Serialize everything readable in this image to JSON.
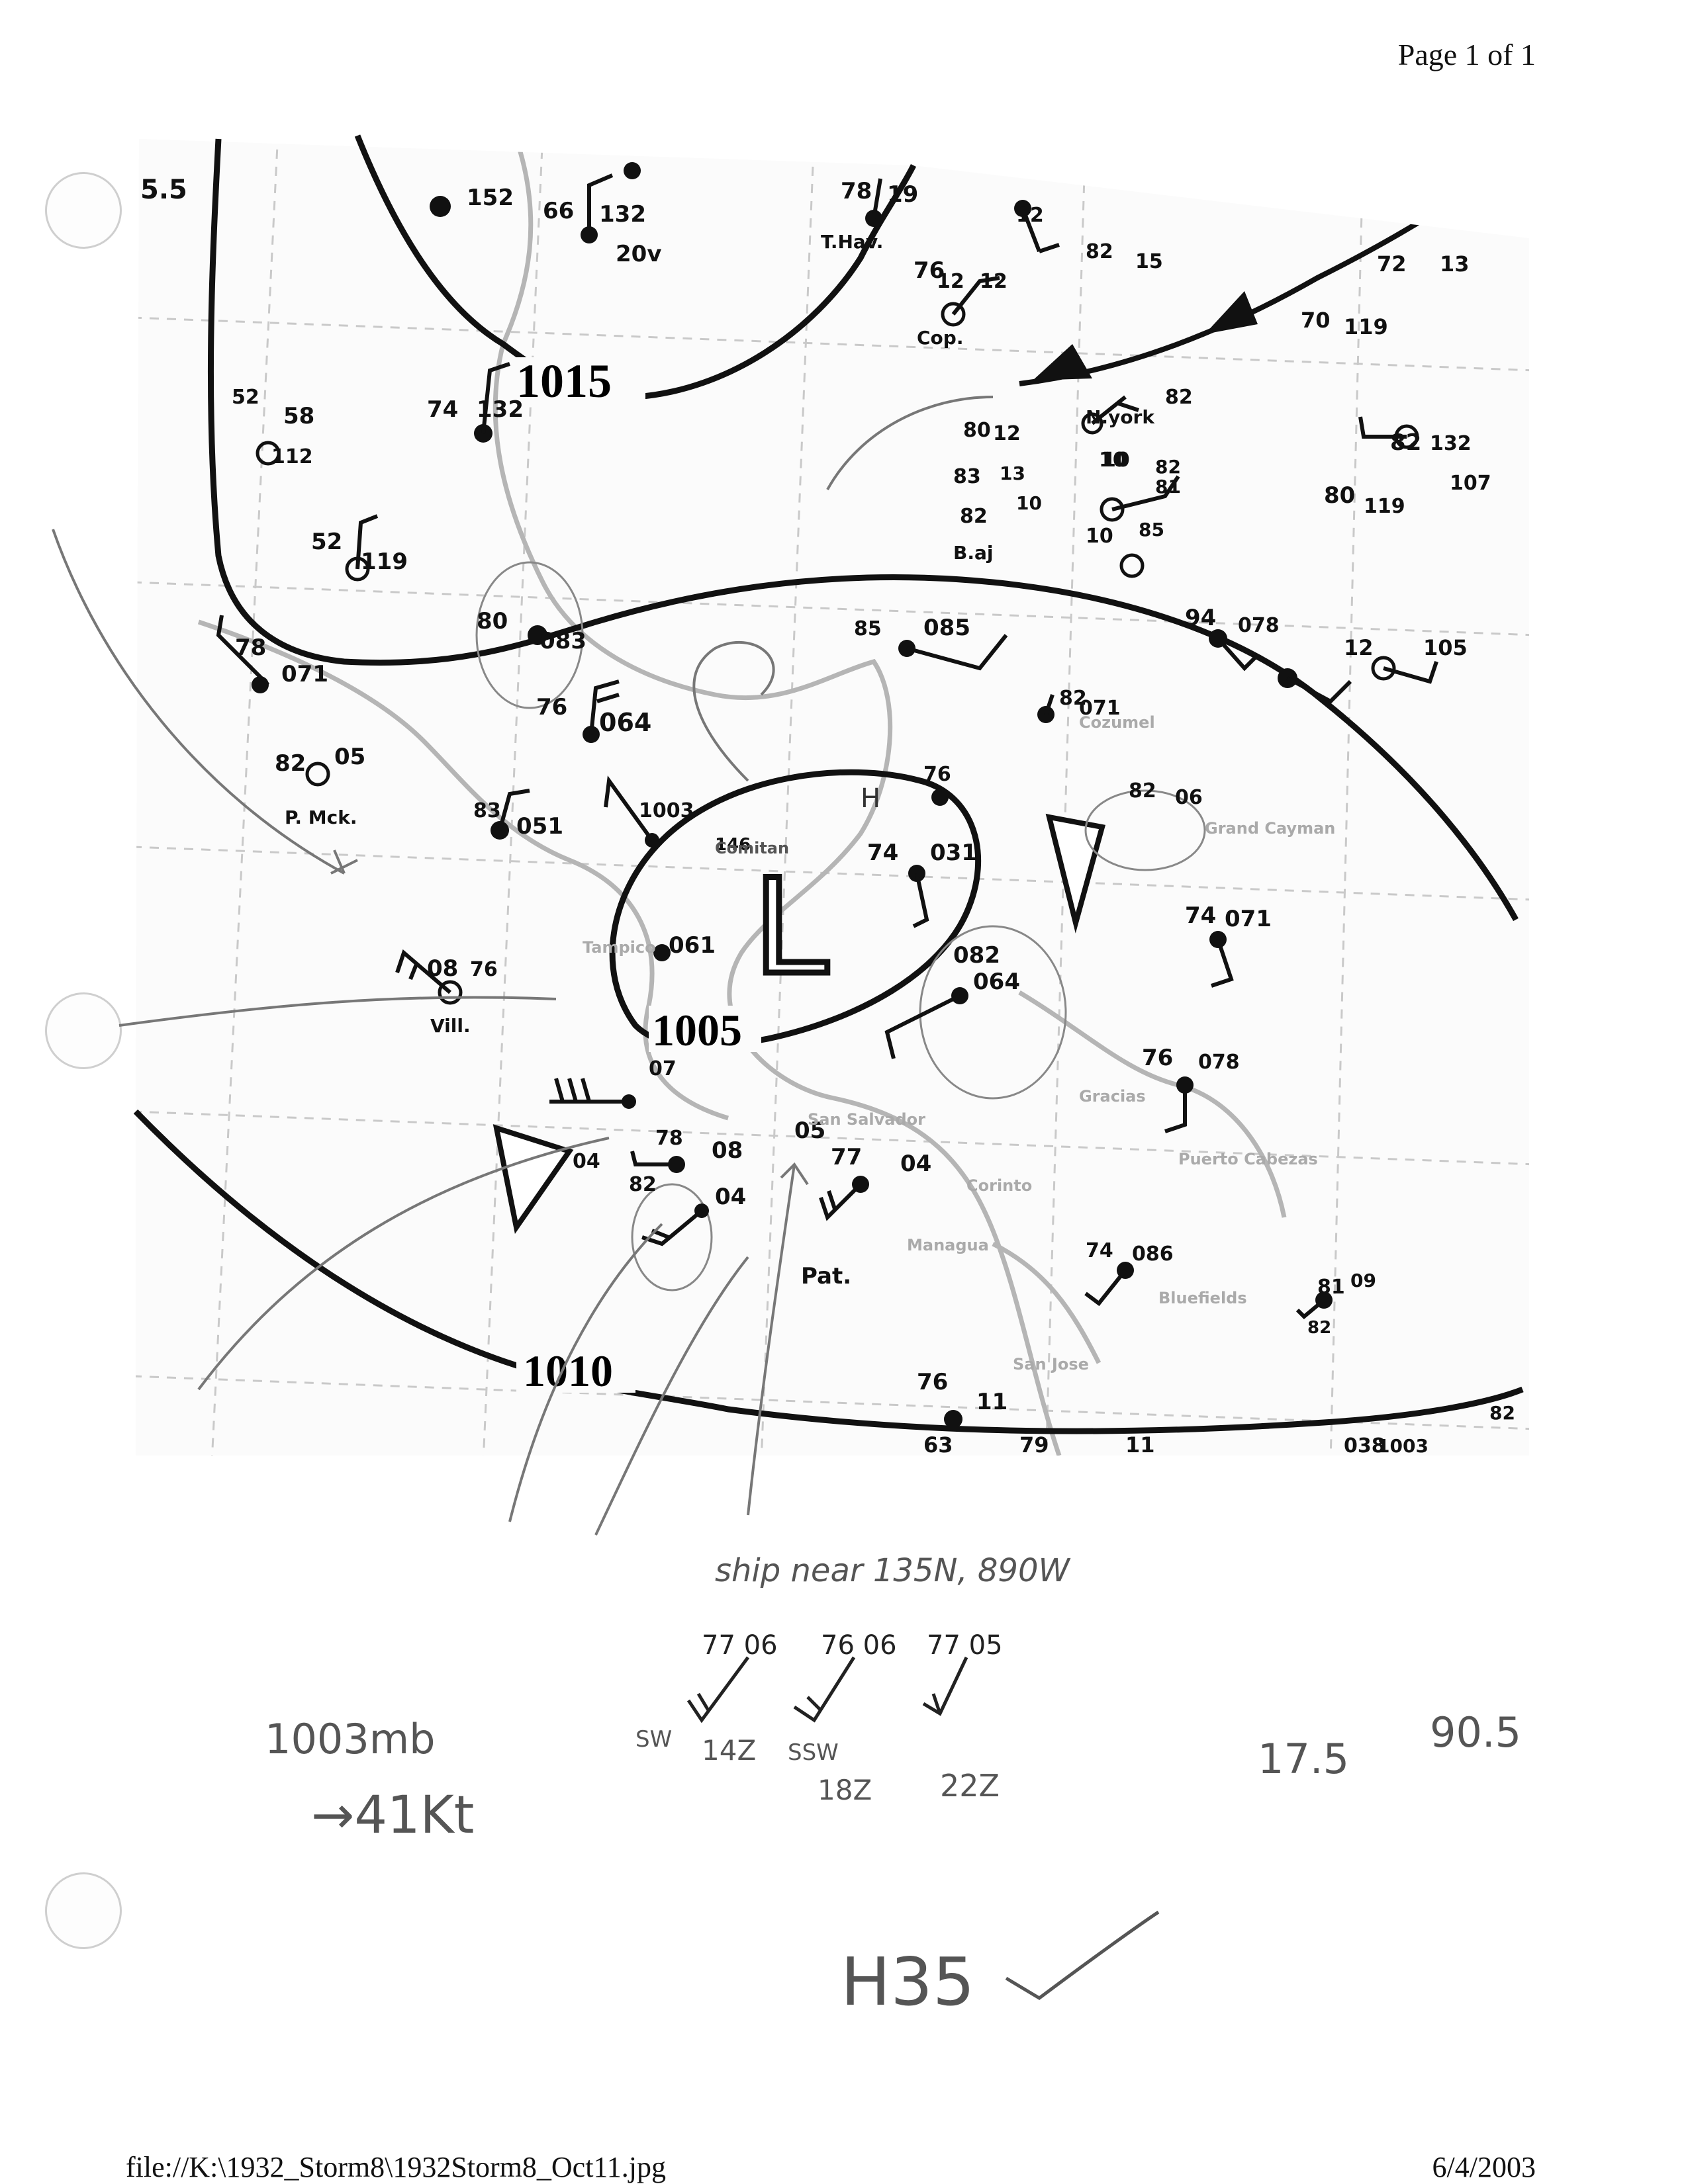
{
  "header": {
    "page_label": "Page 1 of 1"
  },
  "footer": {
    "file_path": "file://K:\\1932_Storm8\\1932Storm8_Oct11.jpg",
    "date": "6/4/2003"
  },
  "map": {
    "isobars": [
      {
        "label": "1015"
      },
      {
        "label": "1005"
      },
      {
        "label": "1010"
      }
    ],
    "low_symbol": "L",
    "high_symbol": "H",
    "place_labels": [
      "Cop.",
      "N.york",
      "B.aj",
      "P. Mck.",
      "Vill.",
      "Pat.",
      "Comitan",
      "Tampico",
      "San Salvador",
      "Corinto",
      "Bluefields",
      "Puerto Cabezas",
      "Gracias",
      "San Jose",
      "Managua",
      "Grand Cayman",
      "Cozumel"
    ],
    "station_values": [
      "5.5",
      "152",
      "66",
      "132",
      "20v",
      "78",
      "19",
      "T.Hav.",
      "76",
      "12",
      "82",
      "15",
      "74",
      "132",
      "58",
      "112",
      "52",
      "52",
      "119",
      "80",
      "083",
      "78",
      "071",
      "82",
      "05",
      "76",
      "064",
      "1003",
      "83",
      "051",
      "76",
      "74",
      "031",
      "061",
      "082",
      "064",
      "76",
      "078",
      "82",
      "06",
      "74",
      "071",
      "85",
      "085",
      "82",
      "071",
      "80",
      "119",
      "82",
      "132",
      "107",
      "94",
      "078",
      "70",
      "119",
      "72",
      "13",
      "12",
      "105",
      "76",
      "11",
      "79",
      "11",
      "63",
      "07",
      "04",
      "78",
      "08",
      "77",
      "05",
      "04",
      "82",
      "04",
      "74",
      "086",
      "81",
      "09",
      "82",
      "82",
      "08",
      "76",
      "038",
      "1003",
      "146",
      "12",
      "12",
      "82",
      "10",
      "82",
      "10",
      "81",
      "10",
      "85",
      "80",
      "12",
      "83",
      "13",
      "82",
      "10"
    ]
  },
  "annotations": {
    "ship_note": "ship near 135N, 890W",
    "obs_1": "77 06",
    "obs_2": "76 06",
    "obs_3": "77 05",
    "dir_1": "SW",
    "dir_2": "SSW",
    "time_1": "14Z",
    "time_2": "18Z",
    "time_3": "22Z",
    "pressure_note": "1003mb",
    "wind_note": "→41Kt",
    "position_lat": "17.5",
    "position_lon": "90.5",
    "bottom_mark": "H35"
  }
}
